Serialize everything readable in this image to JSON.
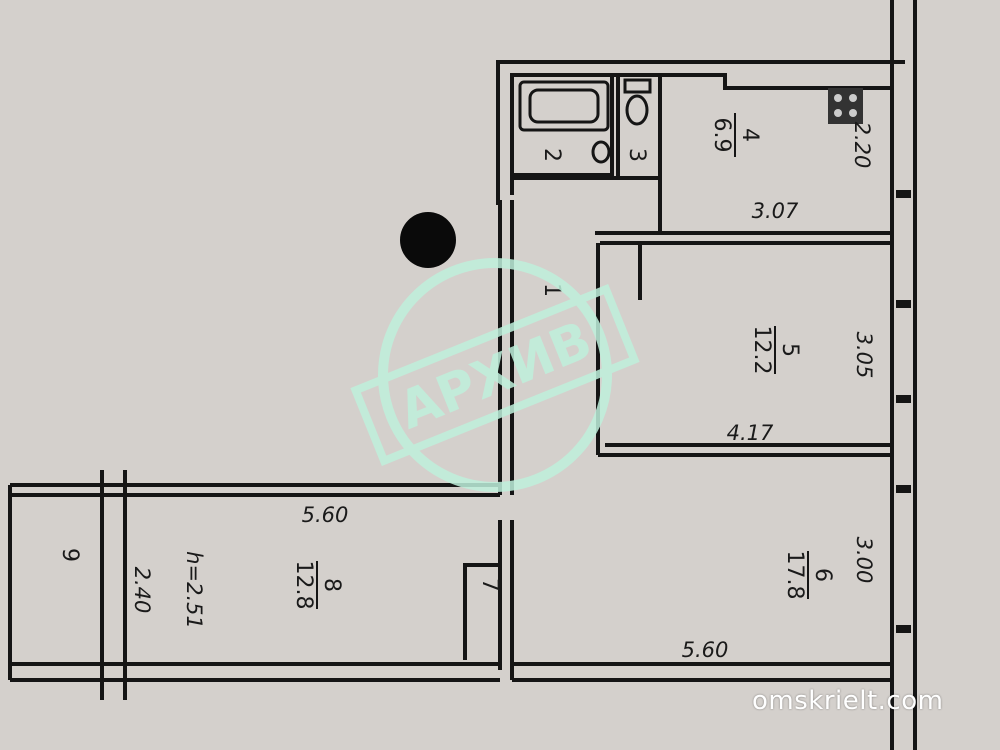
{
  "rooms": [
    {
      "number": "1"
    },
    {
      "number": "2"
    },
    {
      "number": "3"
    },
    {
      "number": "4",
      "area": "6.9"
    },
    {
      "number": "5",
      "area": "12.2"
    },
    {
      "number": "6",
      "area": "17.8"
    },
    {
      "number": "7"
    },
    {
      "number": "8",
      "area": "12.8"
    },
    {
      "number": "9"
    }
  ],
  "dimensions": {
    "kitchen_width": "3.07",
    "kitchen_depth": "2.20",
    "room5_width": "4.17",
    "room5_depth": "3.05",
    "room6_width": "5.60",
    "room6_depth": "3.00",
    "room8_width": "5.60",
    "room8_depth": "2.40",
    "ceiling_height": "h=2.51"
  },
  "stamp": {
    "text": "АРХИВ",
    "color": "#bff0dc"
  },
  "watermark": "omskrielt.com"
}
